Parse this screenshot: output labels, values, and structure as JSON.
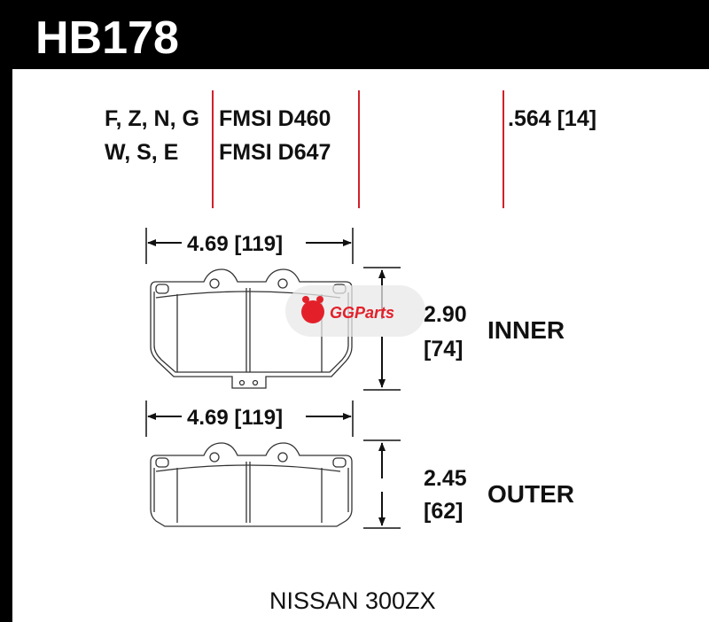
{
  "part_number": "HB178",
  "compounds": {
    "line1": "F, Z, N, G",
    "line2": "W, S, E"
  },
  "fmsi": {
    "line1": "FMSI D460",
    "line2": "FMSI D647"
  },
  "thickness": ".564 [14]",
  "inner": {
    "width": "4.69 [119]",
    "height_in": "2.90",
    "height_mm": "[74]",
    "label": "INNER"
  },
  "outer": {
    "width": "4.69 [119]",
    "height_in": "2.45",
    "height_mm": "[62]",
    "label": "OUTER"
  },
  "vehicle": "NISSAN 300ZX",
  "watermark": "GGParts",
  "colors": {
    "header": "#000000",
    "red_line": "#d0212a",
    "watermark_red": "#e3202a"
  }
}
